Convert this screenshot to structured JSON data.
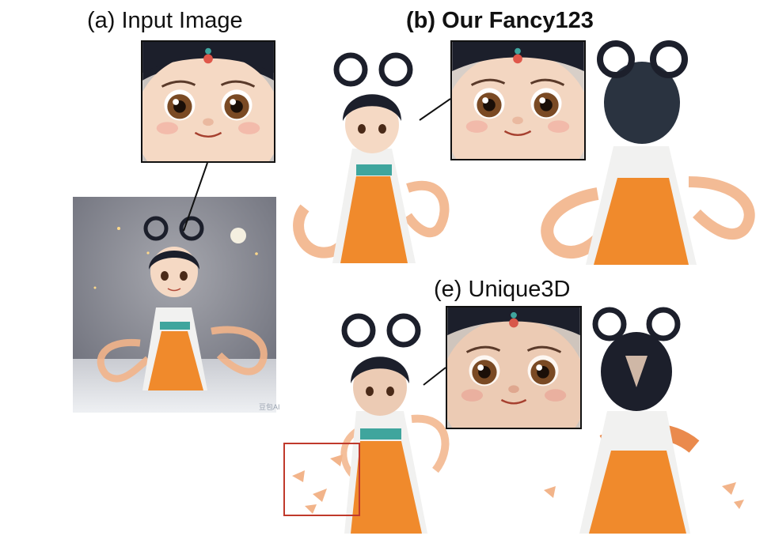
{
  "labels": {
    "input": "(a) Input Image",
    "ours": "(b) Our Fancy123",
    "baseline": "(e) Unique3D"
  },
  "watermark": "豆包AI",
  "colors": {
    "hair": "#1c1f2b",
    "skin": "#f5d9c4",
    "robe_white": "#f1f1f0",
    "robe_orange": "#f08a2c",
    "sash_teal": "#3fa59d",
    "ribbon_peach": "#f2b48a",
    "background_grey": "#8c8e97",
    "highlight_red": "#c0392b"
  }
}
